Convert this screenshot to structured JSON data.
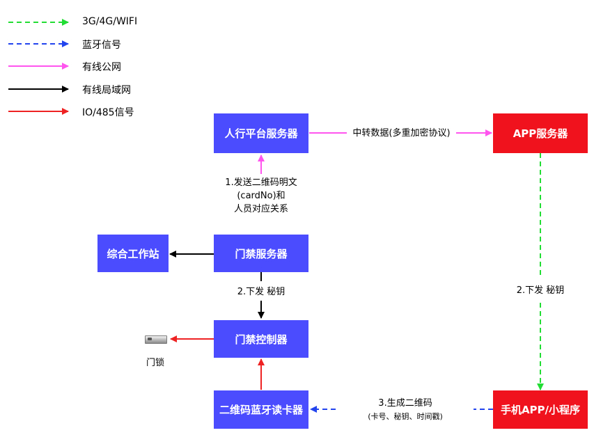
{
  "legend": [
    {
      "label": "3G/4G/WIFI",
      "color": "#22dd33",
      "style": "dashed"
    },
    {
      "label": "蓝牙信号",
      "color": "#2244ee",
      "style": "dashed"
    },
    {
      "label": "有线公网",
      "color": "#ff55ee",
      "style": "solid"
    },
    {
      "label": "有线局域网",
      "color": "#000000",
      "style": "solid"
    },
    {
      "label": "IO/485信号",
      "color": "#ee2222",
      "style": "solid"
    }
  ],
  "nodes": {
    "platform_server": "人行平台服务器",
    "app_server": "APP服务器",
    "workstation": "综合工作站",
    "access_server": "门禁服务器",
    "access_controller": "门禁控制器",
    "reader": "二维码蓝牙读卡器",
    "mobile_app": "手机APP/小程序",
    "door_lock": "门锁"
  },
  "edges": {
    "relay": "中转数据(多重加密协议)",
    "send_qr": [
      "1.发送二维码明文",
      "(cardNo)和",
      "人员对应关系"
    ],
    "key_down_left": "2.下发 秘钥",
    "key_down_right": "2.下发 秘钥",
    "gen_qr": [
      "3.生成二维码",
      "(卡号、秘钥、时间戳)"
    ]
  },
  "colors": {
    "blue_node": "#4c4cff",
    "red_node": "#f0121c"
  }
}
